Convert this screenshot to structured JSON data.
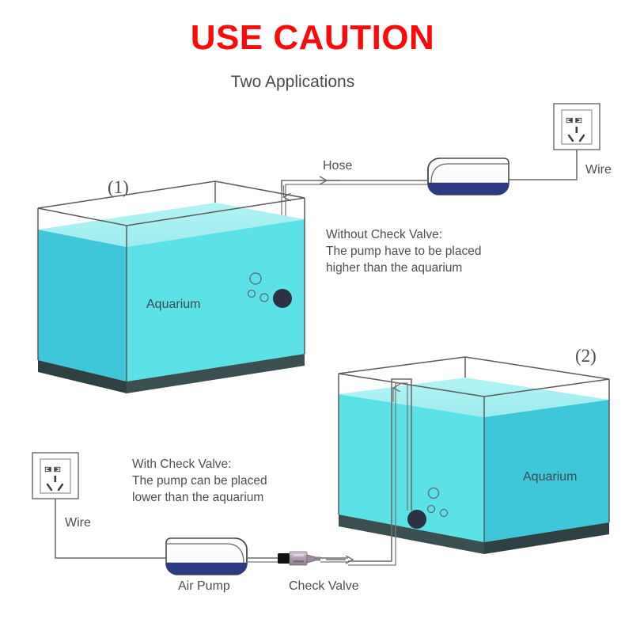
{
  "header": {
    "title": "USE CAUTION",
    "subtitle": "Two Applications",
    "title_color": "#fa0a0a",
    "subtitle_color": "#4a4a4a"
  },
  "colors": {
    "water_front": "#5ce1e6",
    "water_side_dark": "#3fc6d8",
    "water_surface": "#a9f0f2",
    "tank_base": "#35484a",
    "pump_base": "#2c3a80",
    "pump_body": "#ffffff",
    "outline": "#5a5a5a",
    "air_stone": "#2a3244",
    "hose": "#7a7a7a",
    "valve_dark": "#1a1a1a",
    "valve_body": "#b7a8b4"
  },
  "scenario_1": {
    "index_label": "(1)",
    "aquarium_label": "Aquarium",
    "hose_label": "Hose",
    "wire_label": "Wire",
    "note_lines": [
      "Without Check Valve:",
      "The pump have to be placed",
      "higher than the aquarium"
    ]
  },
  "scenario_2": {
    "index_label": "(2)",
    "aquarium_label": "Aquarium",
    "wire_label": "Wire",
    "pump_label": "Air Pump",
    "check_valve_label": "Check Valve",
    "note_lines": [
      "With Check Valve:",
      "The pump can be placed",
      "lower than  the aquarium"
    ]
  },
  "components": {
    "outlet_name": "power-outlet",
    "pump_name": "air-pump",
    "check_valve_name": "check-valve",
    "air_stone_name": "air-stone",
    "bubbles_name": "bubbles"
  }
}
